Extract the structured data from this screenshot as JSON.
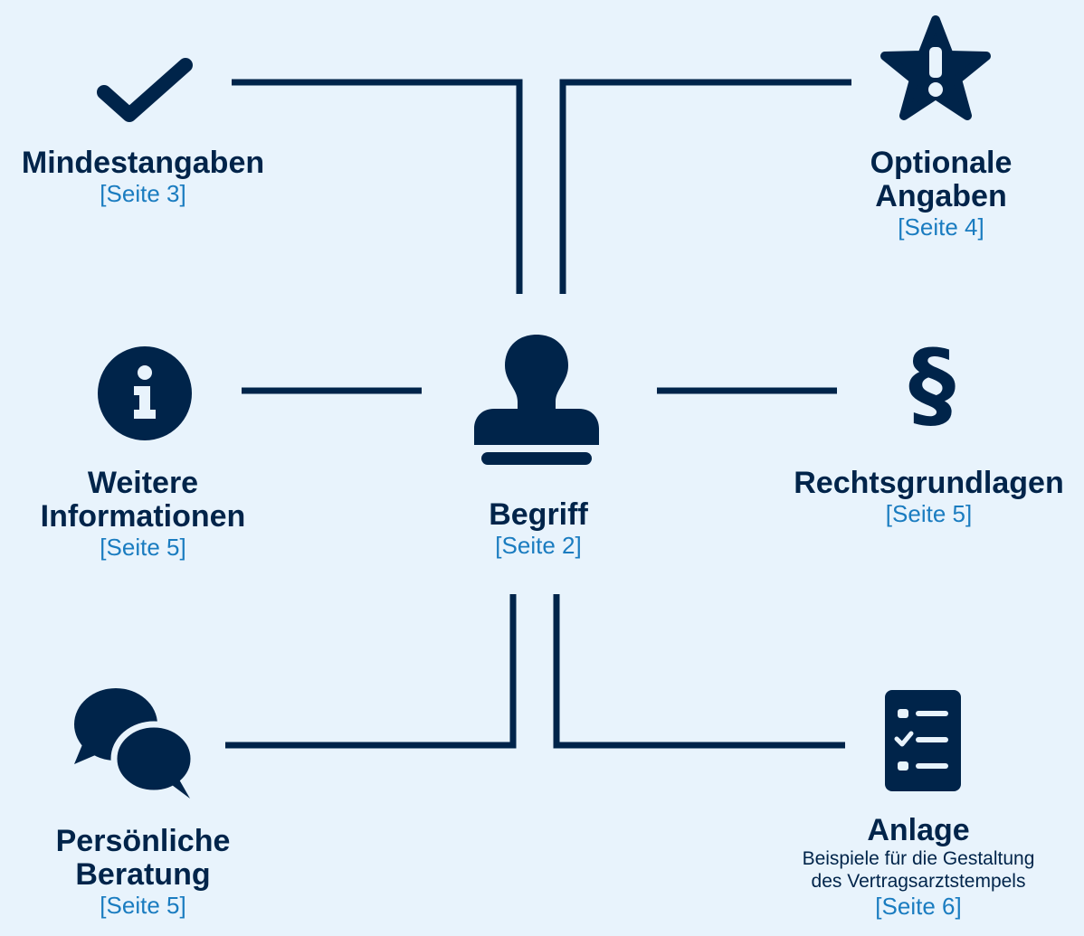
{
  "colors": {
    "background": "#e8f3fc",
    "navy": "#00244a",
    "link": "#1a7cc0"
  },
  "center": {
    "icon": "stamp-icon",
    "title": "Begriff",
    "link": "[Seite 2]"
  },
  "nodes": {
    "mindestangaben": {
      "icon": "checkmark-icon",
      "title": "Mindestangaben",
      "link": "[Seite 3]"
    },
    "optionale": {
      "icon": "star-exclamation-icon",
      "title_line1": "Optionale",
      "title_line2": "Angaben",
      "link": "[Seite 4]"
    },
    "weitere": {
      "icon": "info-icon",
      "title_line1": "Weitere",
      "title_line2": "Informationen",
      "link": "[Seite 5]"
    },
    "rechtsgrundlagen": {
      "icon": "paragraph-icon",
      "symbol": "§",
      "title": "Rechtsgrundlagen",
      "link": "[Seite 5]"
    },
    "beratung": {
      "icon": "chat-bubbles-icon",
      "title_line1": "Persönliche",
      "title_line2": "Beratung",
      "link": "[Seite 5]"
    },
    "anlage": {
      "icon": "checklist-icon",
      "title": "Anlage",
      "desc_line1": "Beispiele für die Gestaltung",
      "desc_line2": "des Vertragsarztstempels",
      "link": "[Seite 6]"
    }
  }
}
